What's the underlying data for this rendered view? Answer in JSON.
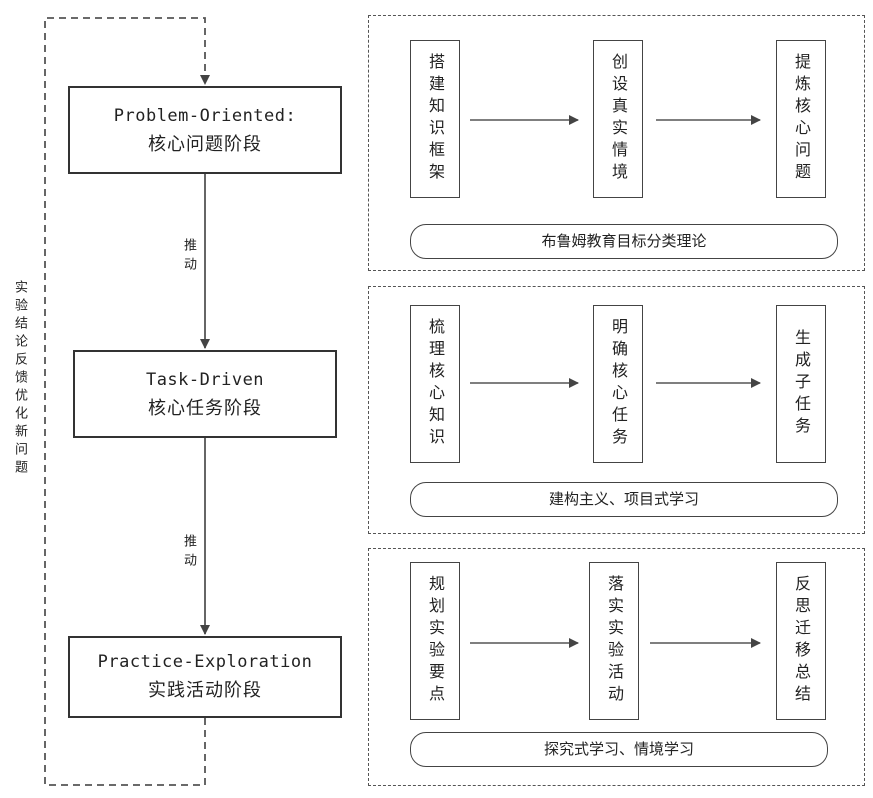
{
  "loop_label": "实验结论反馈优化新问题",
  "push_label": "推动",
  "stages": [
    {
      "en": "Problem-Oriented:",
      "cn": "核心问题阶段"
    },
    {
      "en": "Task-Driven",
      "cn": "核心任务阶段"
    },
    {
      "en": "Practice-Exploration",
      "cn": "实践活动阶段"
    }
  ],
  "panels": [
    {
      "steps": [
        "搭建知识框架",
        "创设真实情境",
        "提炼核心问题"
      ],
      "theory": "布鲁姆教育目标分类理论"
    },
    {
      "steps": [
        "梳理核心知识",
        "明确核心任务",
        "生成子任务"
      ],
      "theory": "建构主义、项目式学习"
    },
    {
      "steps": [
        "规划实验要点",
        "落实实验活动",
        "反思迁移总结"
      ],
      "theory": "探究式学习、情境学习"
    }
  ]
}
